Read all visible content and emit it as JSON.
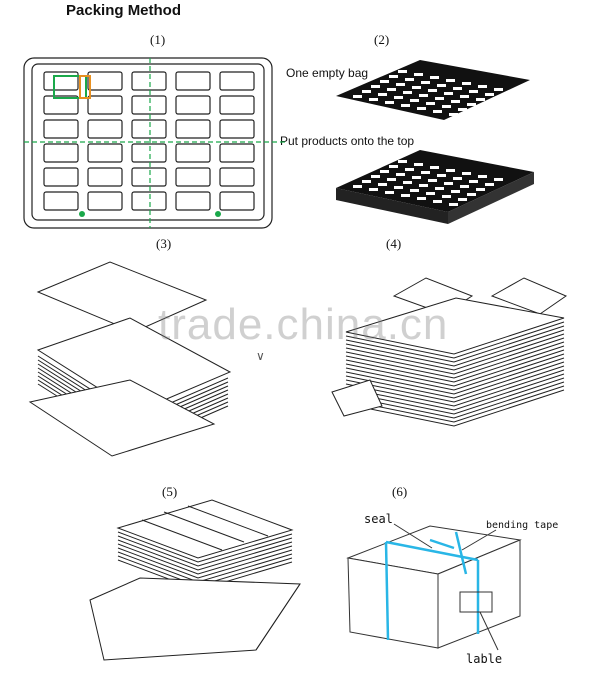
{
  "title": "Packing Method",
  "steps": [
    {
      "num": "(1)"
    },
    {
      "num": "(2)",
      "labels": [
        "One empty bag",
        "Put products onto the top"
      ]
    },
    {
      "num": "(3)"
    },
    {
      "num": "(4)"
    },
    {
      "num": "(5)"
    },
    {
      "num": "(6)",
      "labels": [
        "seal",
        "bending tape",
        "lable"
      ]
    }
  ],
  "watermark": "trade.china.cn",
  "colors": {
    "tape": "#29b6e6",
    "guide": "#1aa84a",
    "line": "#111111"
  }
}
